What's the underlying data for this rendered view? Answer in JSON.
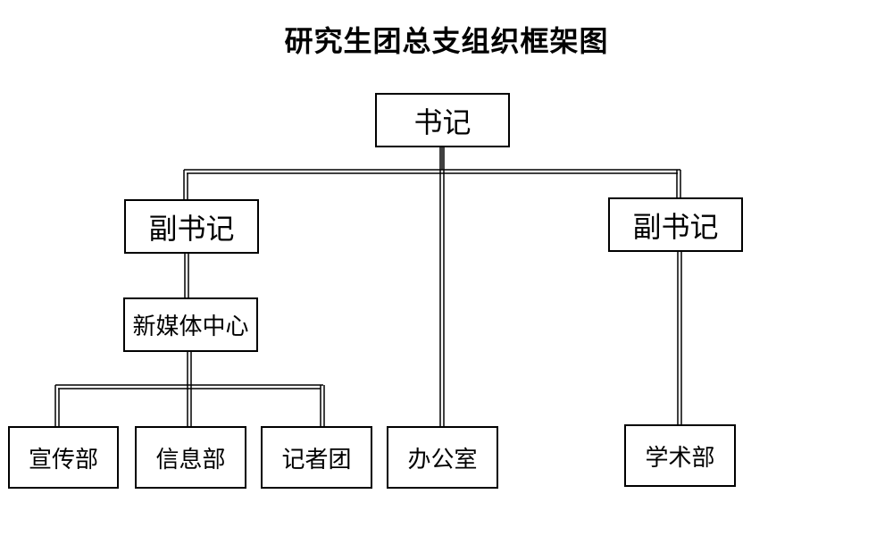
{
  "diagram": {
    "title": "研究生团总支组织框架图",
    "nodes": {
      "secretary": "书记",
      "deputy_left": "副书记",
      "deputy_right": "副书记",
      "new_media_center": "新媒体中心",
      "publicity_dept": "宣传部",
      "information_dept": "信息部",
      "reporter_group": "记者团",
      "office": "办公室",
      "academic_dept": "学术部"
    }
  }
}
